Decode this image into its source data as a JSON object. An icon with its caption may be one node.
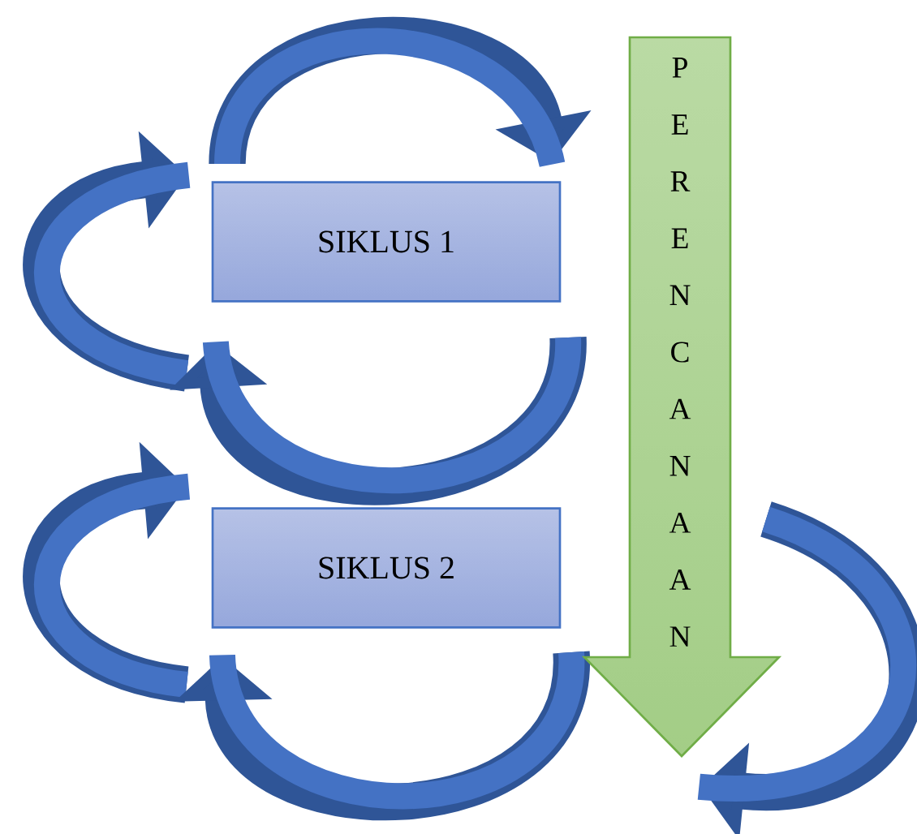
{
  "diagram": {
    "nodes": [
      {
        "text": [
          "SIKLUS 1"
        ]
      },
      {
        "text": [
          "SIKLUS 2"
        ]
      },
      {
        "text": [
          "P E R E N C A N A A N"
        ]
      }
    ]
  }
}
